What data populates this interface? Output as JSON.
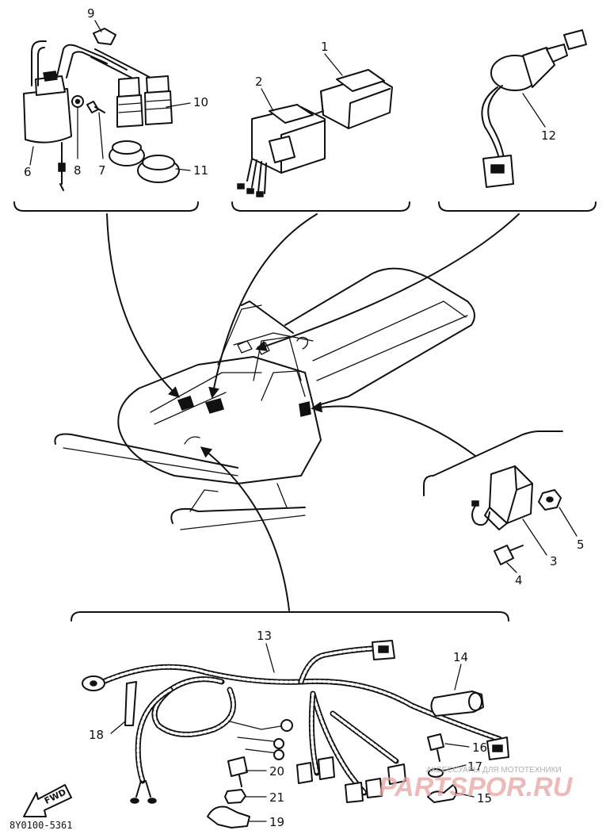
{
  "labels": {
    "p1": "1",
    "p2": "2",
    "p3": "3",
    "p4": "4",
    "p5": "5",
    "p6": "6",
    "p7": "7",
    "p8": "8",
    "p9": "9",
    "p10": "10",
    "p11": "11",
    "p12": "12",
    "p13": "13",
    "p14": "14",
    "p15": "15",
    "p16": "16",
    "p17": "17",
    "p18": "18",
    "p19": "19",
    "p20": "20",
    "p21": "21"
  },
  "diagram_code": "8Y0100-5361",
  "forward_mark": "FWD",
  "watermark": {
    "caption": "АКСЕССУАРЫ ДЛЯ МОТОТЕХНИКИ",
    "brand": "PARTSPOR.RU"
  },
  "icons": {
    "forward_arrow": "fwd-arrow-icon",
    "leader_arrow": "arrowhead-icon"
  },
  "colors": {
    "ink": "#111111",
    "background": "#ffffff",
    "watermark_brand": "#e7a4a4"
  }
}
